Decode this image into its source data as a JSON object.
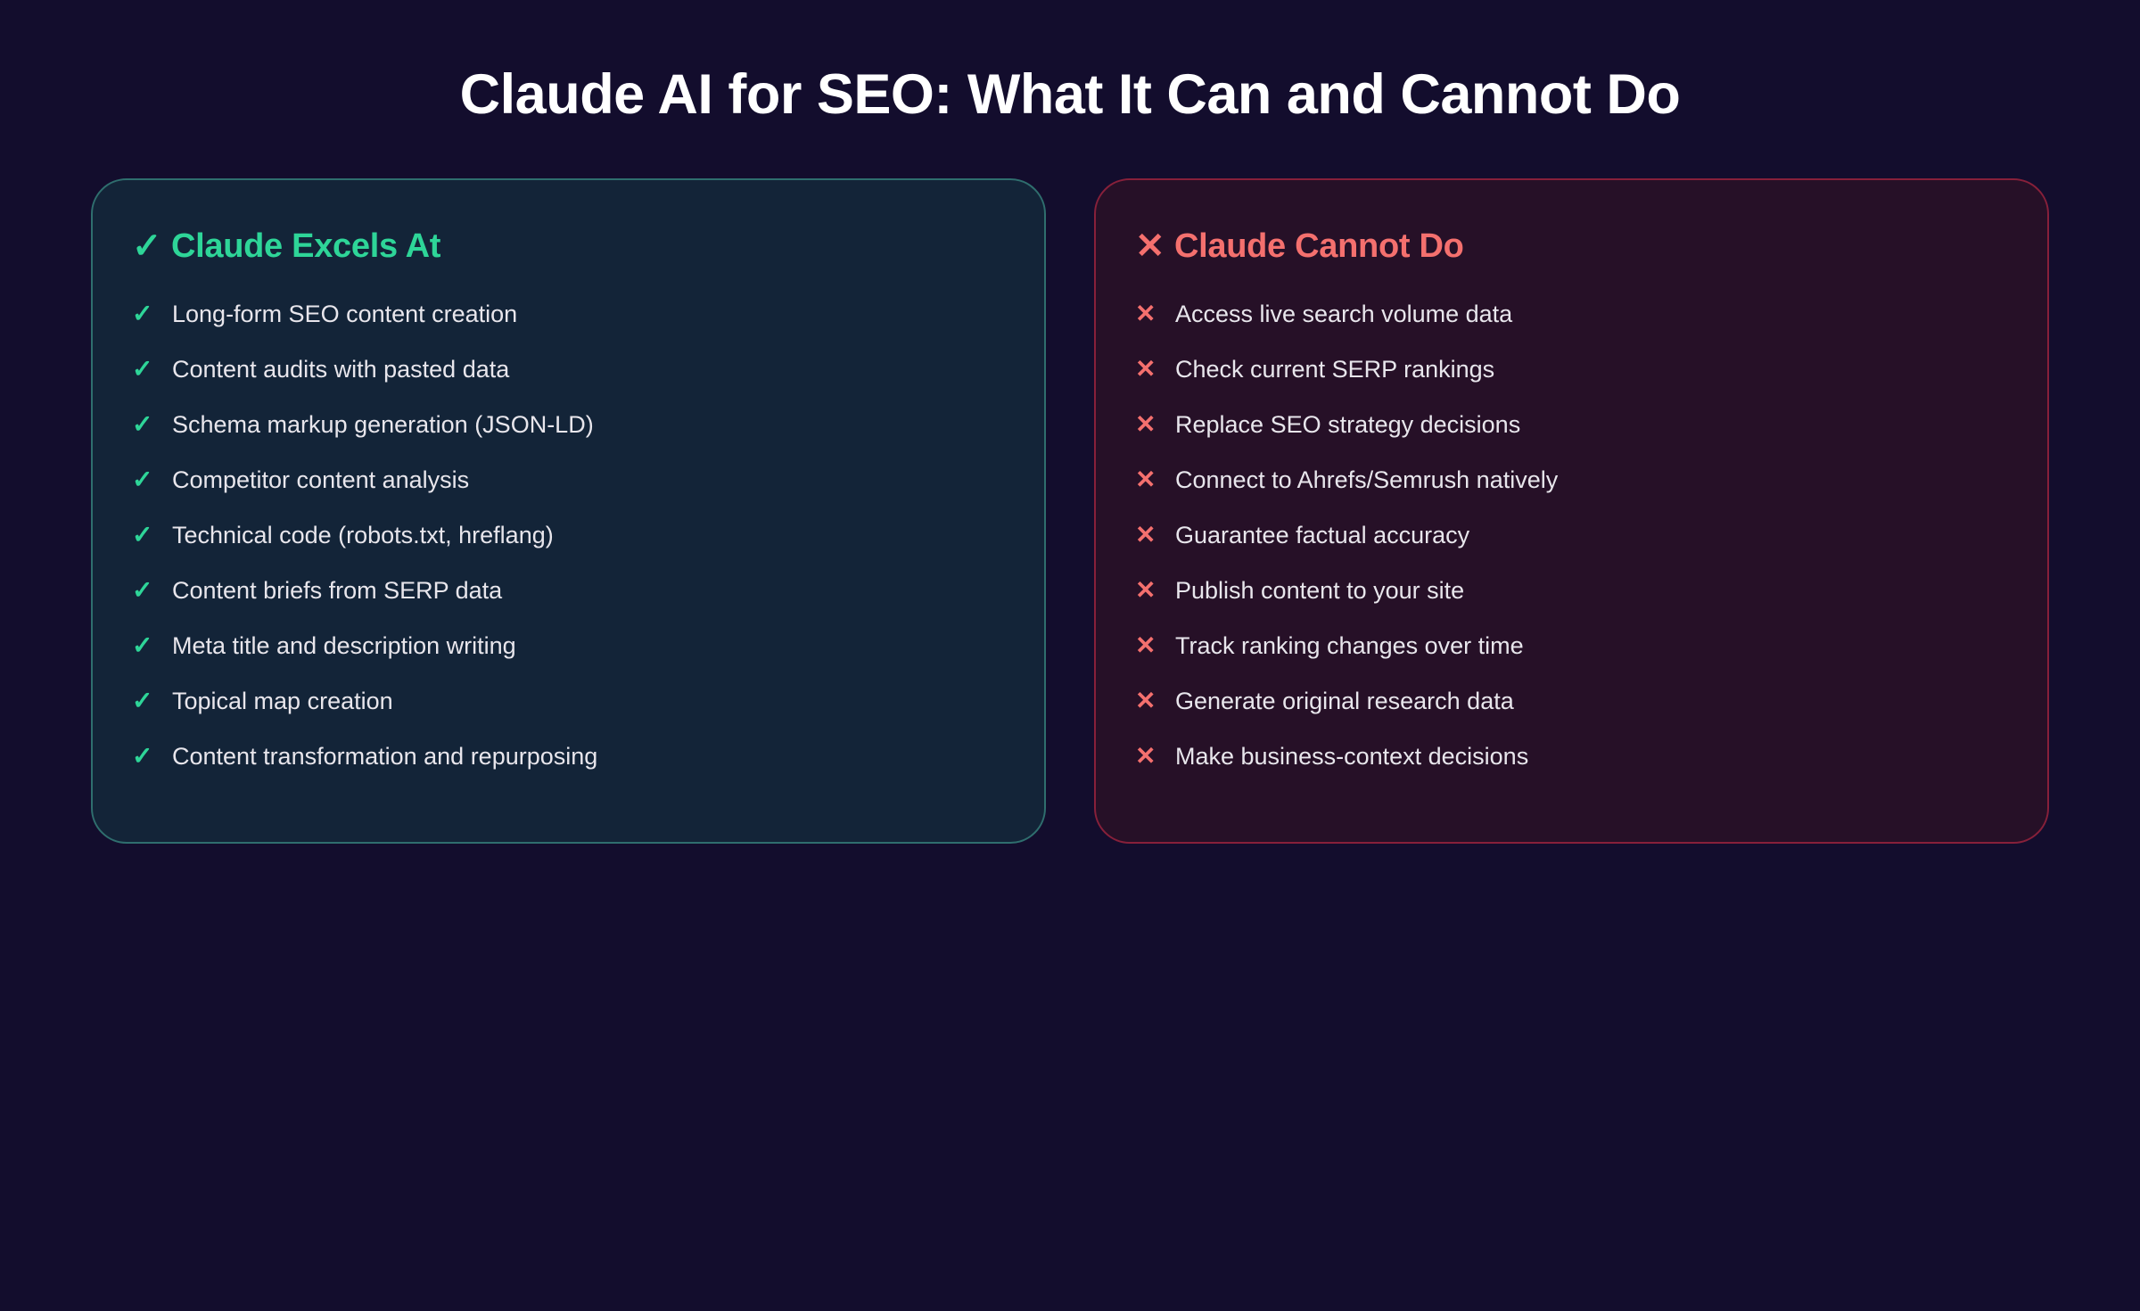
{
  "page": {
    "title": "Claude AI for SEO: What It Can and Cannot Do",
    "background_color": "#130d2d",
    "title_color": "#ffffff",
    "item_text_color": "#e8e6ec"
  },
  "cards": [
    {
      "title": "Claude Excels At",
      "icon": "✓",
      "icon_name": "checkmark-icon",
      "accent_color": "#2ed598",
      "border_color": "#2f6e6e",
      "background_color": "#132438",
      "items": [
        "Long-form SEO content creation",
        "Content audits with pasted data",
        "Schema markup generation (JSON-LD)",
        "Competitor content analysis",
        "Technical code (robots.txt, hreflang)",
        "Content briefs from SERP data",
        "Meta title and description writing",
        "Topical map creation",
        "Content transformation and repurposing"
      ]
    },
    {
      "title": "Claude Cannot Do",
      "icon": "✕",
      "icon_name": "x-icon",
      "accent_color": "#f4706e",
      "border_color": "#87203a",
      "background_color": "#261027",
      "items": [
        "Access live search volume data",
        "Check current SERP rankings",
        "Replace SEO strategy decisions",
        "Connect to Ahrefs/Semrush natively",
        "Guarantee factual accuracy",
        "Publish content to your site",
        "Track ranking changes over time",
        "Generate original research data",
        "Make business-context decisions"
      ]
    }
  ]
}
